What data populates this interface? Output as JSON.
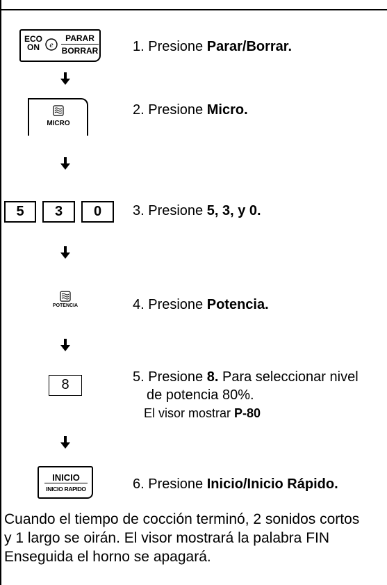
{
  "steps": [
    {
      "num": "1. Presione ",
      "bold": "Parar/Borrar.",
      "after": ""
    },
    {
      "num": "2. Presione ",
      "bold": "Micro.",
      "after": ""
    },
    {
      "num": "3. Presione ",
      "bold": "5, 3, y 0.",
      "after": ""
    },
    {
      "num": "4. Presione ",
      "bold": "Potencia.",
      "after": ""
    },
    {
      "num": "5. Presione ",
      "bold": "8.",
      "after": " Para seleccionar nivel",
      "line2": "de potencia 80%.",
      "line3_pre": "El visor mostrar ",
      "line3_bold": "P-80"
    },
    {
      "num": "6. Presione ",
      "bold": "Inicio/Inicio Rápido.",
      "after": ""
    }
  ],
  "keys": {
    "eco_top": "ECO",
    "eco_bottom": "ON",
    "parar": "PARAR",
    "borrar": "BORRAR",
    "micro": "MICRO",
    "digits": [
      "5",
      "3",
      "0"
    ],
    "potencia": "POTENCIA",
    "eight": "8",
    "inicio": "INICIO",
    "inicio_rapido": "INICIO RAPIDO"
  },
  "footer": {
    "line1": "Cuando el tiempo de cocción terminó, 2 sonidos cortos",
    "line2": "y 1 largo se oirán. El visor mostrará la palabra FIN",
    "line3": "Enseguida el horno se apagará."
  }
}
